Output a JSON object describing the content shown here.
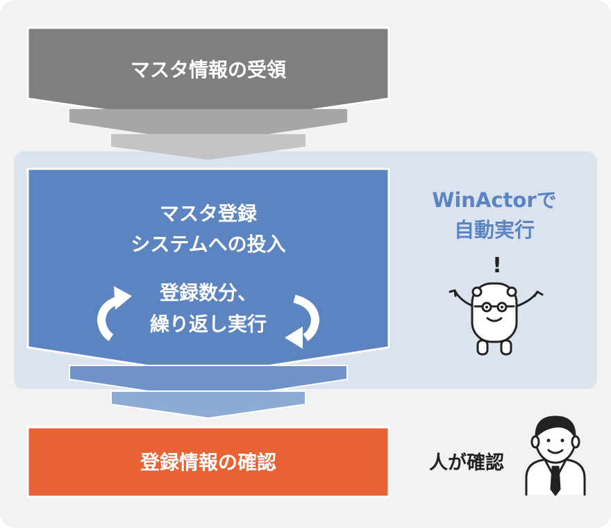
{
  "steps": {
    "receive": {
      "label": "マスタ情報の受領",
      "color": "#7f7f7f",
      "chevron_colors": [
        "#a6a6a6",
        "#c4c4c4"
      ]
    },
    "input": {
      "title_lines": [
        "マスタ登録",
        "システムへの投入"
      ],
      "repeat_lines": [
        "登録数分、",
        "繰り返し実行"
      ],
      "color": "#5b84c0",
      "chevron_colors": [
        "#6f93c9",
        "#8eabd5"
      ]
    },
    "confirm": {
      "label": "登録情報の確認",
      "color": "#e96233"
    }
  },
  "automation": {
    "lines": [
      "WinActorで",
      "自動実行"
    ],
    "exclamation": "!",
    "text_color": "#5b84c0",
    "panel_color": "#dbe3ee"
  },
  "human": {
    "label": "人が確認",
    "text_color": "#222222"
  },
  "colors": {
    "background": "#f2f2f2",
    "border": "#ffffff"
  }
}
